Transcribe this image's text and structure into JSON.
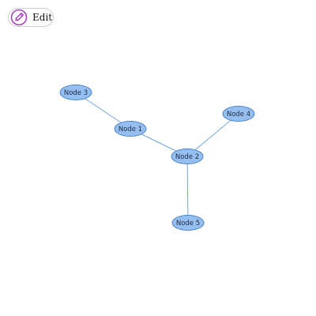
{
  "toolbar": {
    "edit_label": "Edit",
    "edit_icon": "pencil-icon",
    "accent_color": "#a63fc4"
  },
  "graph": {
    "nodes": [
      {
        "id": "n3",
        "label": "Node 3"
      },
      {
        "id": "n1",
        "label": "Node 1"
      },
      {
        "id": "n4",
        "label": "Node 4"
      },
      {
        "id": "n2",
        "label": "Node 2"
      },
      {
        "id": "n5",
        "label": "Node 5"
      }
    ],
    "edges": [
      {
        "from": "n3",
        "to": "n1"
      },
      {
        "from": "n1",
        "to": "n2"
      },
      {
        "from": "n4",
        "to": "n2"
      },
      {
        "from": "n2",
        "to": "n5"
      }
    ],
    "node_fill": "#95bff0",
    "node_stroke": "#4a83c9",
    "edge_color": "#6fa6df"
  }
}
